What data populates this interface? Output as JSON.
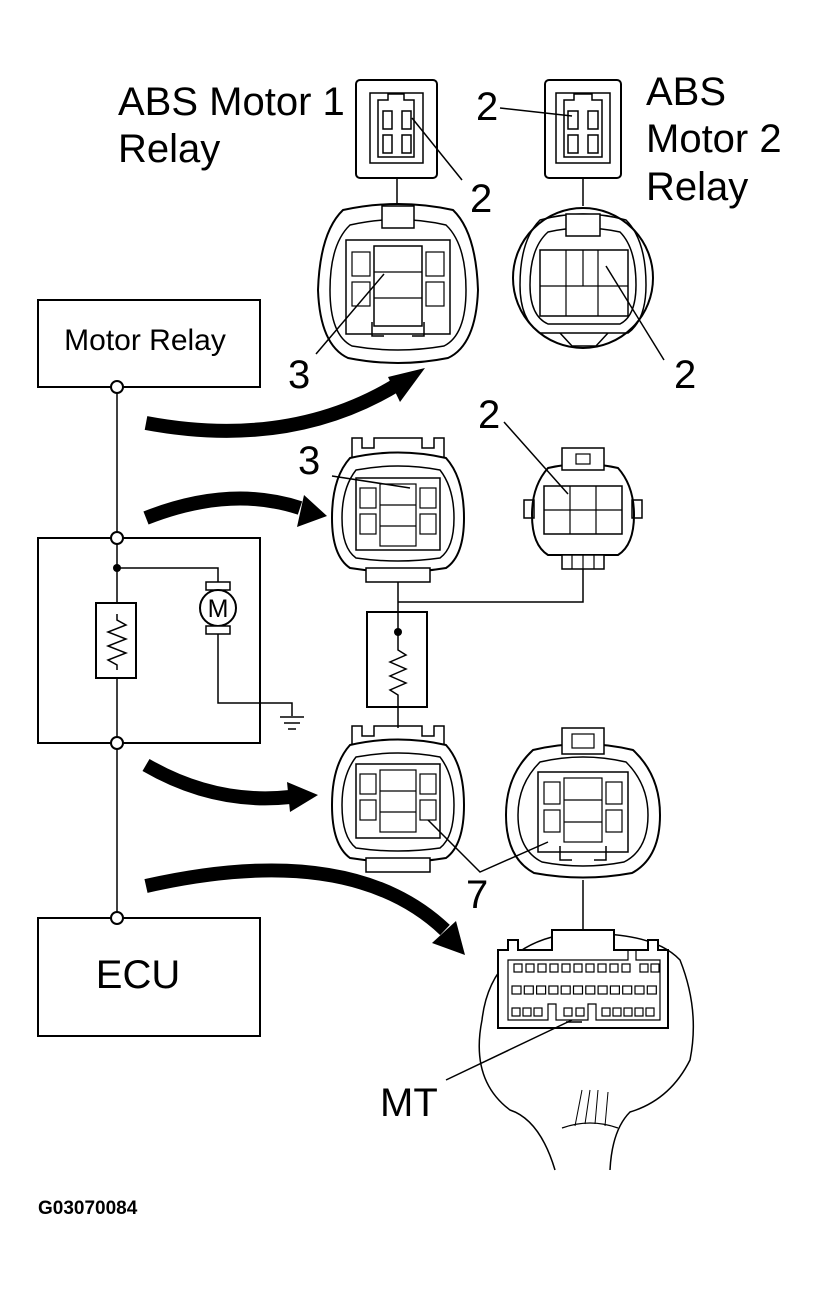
{
  "labels": {
    "abs_motor1_relay": [
      "ABS Motor 1",
      "Relay"
    ],
    "abs_motor2_relay": [
      "ABS",
      "Motor 2",
      "Relay"
    ],
    "motor_relay_box": "Motor Relay",
    "ecu_box": "ECU",
    "motor_symbol": "M",
    "mt": "MT",
    "figure_code": "G03070084"
  },
  "callouts": {
    "relay1_terminal": "2",
    "relay2_terminal": "2",
    "conn_top_left": "3",
    "conn_top_right": "2",
    "conn_mid_left": "3",
    "conn_mid_right": "2",
    "conn_bottom": "7"
  }
}
